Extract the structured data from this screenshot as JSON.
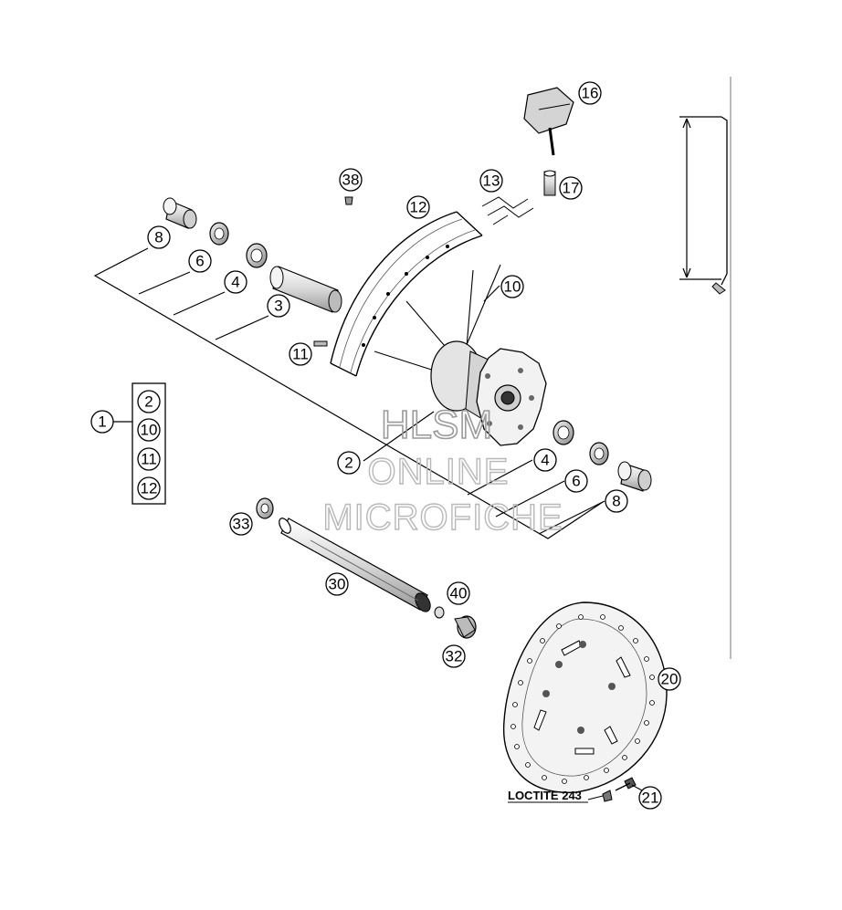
{
  "callouts": {
    "c1": "1",
    "kit": [
      "2",
      "10",
      "11",
      "12"
    ],
    "c2": "2",
    "c3": "3",
    "c4_left": "4",
    "c4_right": "4",
    "c6_left": "6",
    "c6_right": "6",
    "c8_left": "8",
    "c8_right": "8",
    "c10": "10",
    "c11": "11",
    "c12": "12",
    "c13": "13",
    "c16": "16",
    "c17": "17",
    "c20": "20",
    "c21": "21",
    "c30": "30",
    "c32": "32",
    "c33": "33",
    "c38": "38",
    "c40": "40"
  },
  "loctite_label": "LOCTITE 243",
  "watermark": {
    "line1": "HLSM",
    "line2": "ONLINE",
    "line3": "MICROFICHE"
  },
  "colors": {
    "ink": "#000000",
    "part_fill": "#e6e6e6",
    "watermark": "#b0b0b0"
  }
}
